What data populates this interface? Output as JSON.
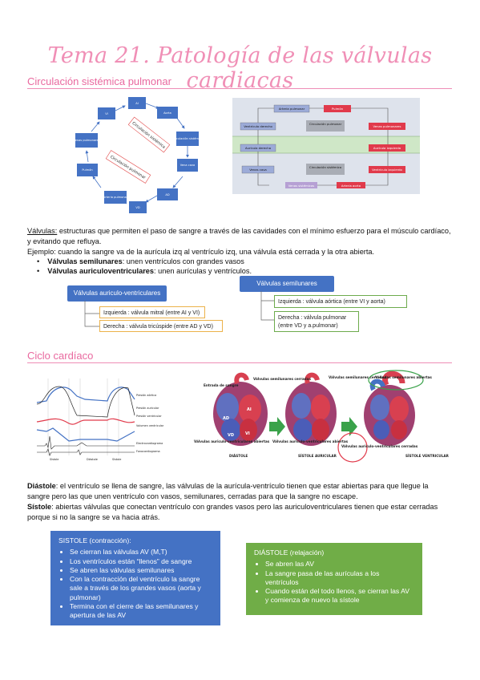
{
  "title": "Tema 21. Patología de las válvulas cardiacas",
  "section1": {
    "heading": "Circulación sistémica pulmonar"
  },
  "cycle_diagram": {
    "nodes": [
      "AI",
      "Aorta",
      "Circulación sistémica",
      "Vena cava",
      "AD",
      "VD",
      "Arteria pulmonar",
      "Pulmón",
      "Venas pulmonares",
      "VI"
    ],
    "label_systemic": "Circulación sistémica",
    "label_pulmonary": "Circulación pulmonar"
  },
  "flow_diagram": {
    "arteria_pulmonar": "Arteria pulmonar",
    "pulmon": "Pulmón",
    "ventriculo_derecho": "Ventrículo derecho",
    "circ_pulmonar": "Circulación pulmonar",
    "venas_pulmonares": "Venas pulmonares",
    "auricula_derecha": "Aurícula derecha",
    "auricula_izquierda": "Aurícula izquierda",
    "venas_cava": "Venas cava",
    "circ_sistemica": "Circulación sistémica",
    "ventriculo_izquierdo": "Ventrículo izquierdo",
    "venas_sistemicas": "Venas sistémicas",
    "arteria_aorta": "Arteria aorta"
  },
  "valvulas": {
    "term": "Válvulas:",
    "p1": " estructuras que permiten el paso de sangre a través de las cavidades con el mínimo esfuerzo para el músculo cardíaco, y evitando que refluya.",
    "p2": "Ejemplo: cuando la sangre va de la aurícula izq al ventrículo izq, una válvula está cerrada y la otra abierta.",
    "b1_bold": "Válvulas semilunares",
    "b1_rest": ": unen ventrículos con grandes vasos",
    "b2_bold": "Válvulas auriculoventriculares",
    "b2_rest": ": unen aurículas y ventrículos."
  },
  "valve_boxes": {
    "av_header": "Válvulas auriculo-ventriculares",
    "av_left": "Izquierda : válvula mitral (entre AI y VI)",
    "av_right": "Derecha : válvula tricúspide (entre AD y VD)",
    "sl_header": "Válvulas semilunares",
    "sl_left": "Izquierda : válvula aórtica (entre VI y aorta)",
    "sl_right_1": "Derecha : válvula pulmonar",
    "sl_right_2": "(entre VD y a.pulmonar)"
  },
  "section2": {
    "heading": "Ciclo cardíaco"
  },
  "wiggers": {
    "labels": [
      "Presión aórtica",
      "Presión auricular",
      "Presión ventricular",
      "Volumen ventricular",
      "Electrocardiograma",
      "Fonocardiograma",
      "Sístole",
      "Diástole",
      "Sístole"
    ]
  },
  "heart_fig": {
    "entrada": "Entrada de sangre",
    "semilunares_cerradas": "Válvulas semilunares cerradas",
    "av_abiertas": "Válvulas auriculo-ventriculares abiertas",
    "diastole": "DIÁSTOLE",
    "semilunares_cerradas_2": "Válvulas semilunares cerradas",
    "av_abiertas_2": "Válvulas auriculo-ventriculares abiertas",
    "sistole_auricular": "SÍSTOLE AURICULAR",
    "semilunares_abiertas": "Válvulas semilunares abiertas",
    "av_cerradas": "Válvulas auriculo-ventriculares cerradas",
    "sistole_ventricular": "SÍSTOLE VENTRICULAR",
    "chamber_ad": "AD",
    "chamber_ai": "AI",
    "chamber_vd": "VD",
    "chamber_vi": "VI"
  },
  "ciclo": {
    "d_term": "Diástole",
    "d_text": ": el ventrículo se llena de sangre, las válvulas de la aurícula-ventrículo tienen que estar abiertas para que llegue la sangre pero las que unen ventrículo con vasos, semilunares, cerradas para que la sangre no escape.",
    "s_term": "Sístole",
    "s_text": ": abiertas válvulas que conectan ventrículo con grandes vasos pero las auriculoventriculares tienen que estar cerradas porque si no la sangre se va hacia atrás."
  },
  "sistole_box": {
    "title": "SISTOLE (contracción):",
    "items": [
      "Se cierran las válvulas AV (M,T)",
      "Los ventrículos están “llenos” de sangre",
      "Se abren las válvulas semilunares",
      "Con la contracción del ventrículo la sangre sale a través de los grandes vasos (aorta y pulmonar)",
      "Termina con el cierre de las semilunares y apertura de las AV"
    ]
  },
  "diastole_box": {
    "title": "DIÁSTOLE (relajación)",
    "items": [
      "Se abren las AV",
      "La sangre pasa de las aurículas a los ventrículos",
      "Cuando están del todo llenos, se cierran las AV y comienza de nuevo la sístole"
    ]
  },
  "colors": {
    "accent_pink": "#e9699f",
    "blue_box": "#4472c4",
    "green_box": "#70ad47"
  }
}
